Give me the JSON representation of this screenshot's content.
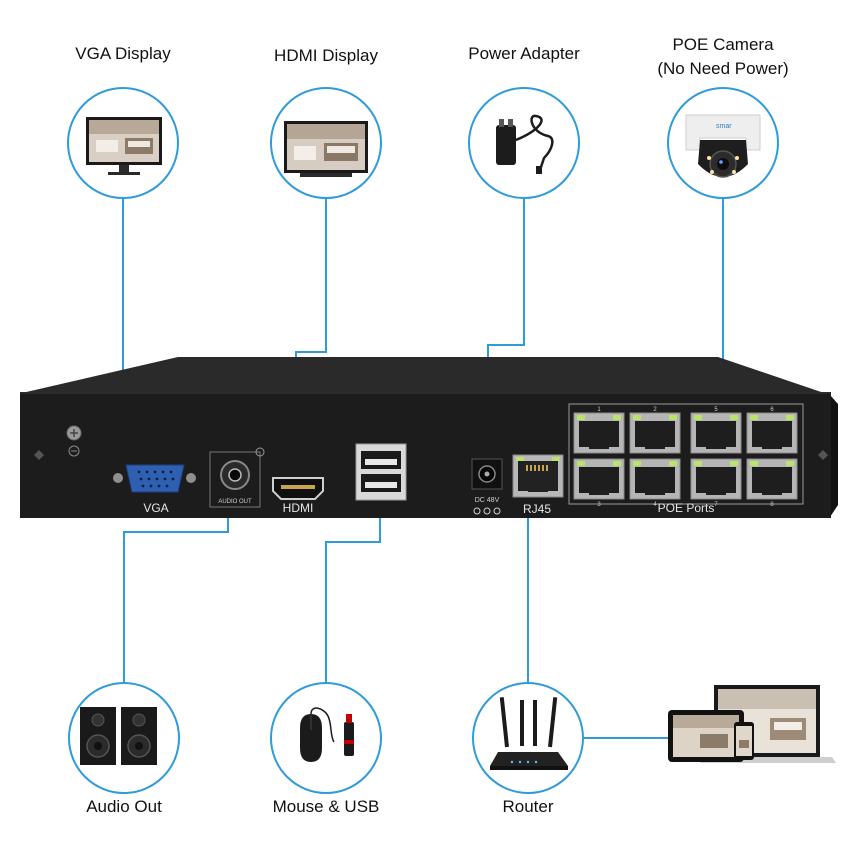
{
  "top_labels": {
    "vga_display": "VGA Display",
    "hdmi_display": "HDMI Display",
    "power_adapter": "Power Adapter",
    "poe_camera_line1": "POE Camera",
    "poe_camera_line2": "(No Need Power)"
  },
  "bottom_labels": {
    "audio_out": "Audio Out",
    "mouse_usb": "Mouse & USB",
    "router": "Router"
  },
  "panel_labels": {
    "vga": "VGA",
    "audio_out": "AUDIO OUT",
    "hdmi": "HDMI",
    "dc": "DC 48V",
    "rj45": "RJ45",
    "poe_ports": "POE Ports",
    "port_numbers": [
      "1",
      "2",
      "3",
      "4",
      "5",
      "6",
      "7",
      "8"
    ]
  },
  "camera_brand": "smar",
  "colors": {
    "line": "#2f9bd8",
    "nvr_body": "#1d1d1e",
    "nvr_top": "#2b2b2c",
    "vga_port": "#2f5fb0",
    "port_led": "#b9e36a"
  }
}
